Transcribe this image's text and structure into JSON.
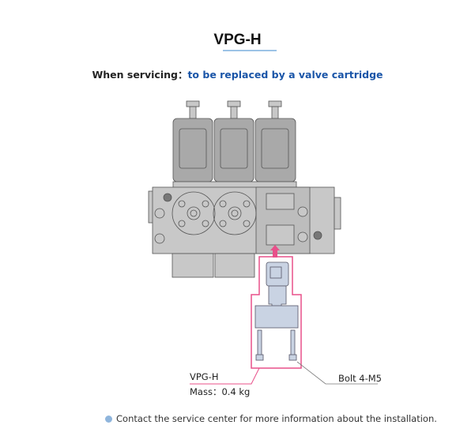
{
  "title": "VPG-H",
  "subtitle": {
    "prefix": "When servicing：",
    "highlight": "to be replaced by a valve cartridge"
  },
  "labels": {
    "part": "VPG-H",
    "mass": "Mass：0.4 kg",
    "bolt": "Bolt 4-M5"
  },
  "footer": "Contact the service center for more information about the installation.",
  "colors": {
    "accent": "#e8508a",
    "highlight_text": "#1a55a8",
    "body": "#c8c8c8",
    "cartridge": "#c9d3e3"
  }
}
